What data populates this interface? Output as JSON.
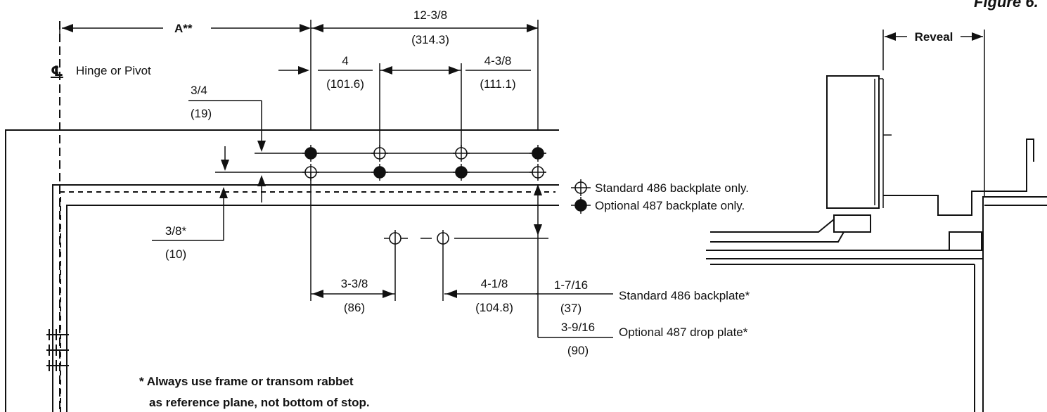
{
  "figure_label": "Figure 6.",
  "reveal_label": "Reveal",
  "dimension_a": "A**",
  "centerline_symbol": "℄",
  "centerline_label": "Hinge or Pivot",
  "dims": {
    "overall": {
      "frac": "12-3/8",
      "mm": "(314.3)"
    },
    "first": {
      "frac": "4",
      "mm": "(101.6)"
    },
    "last": {
      "frac": "4-3/8",
      "mm": "(111.1)"
    },
    "upper_offset": {
      "frac": "3/4",
      "mm": "(19)"
    },
    "lower_offset": {
      "frac": "3/8*",
      "mm": "(10)"
    },
    "drop_left": {
      "frac": "3-3/8",
      "mm": "(86)"
    },
    "drop_right": {
      "frac": "4-1/8",
      "mm": "(104.8)"
    },
    "standard_drop": {
      "frac": "1-7/16",
      "mm": "(37)"
    },
    "optional_drop": {
      "frac": "3-9/16",
      "mm": "(90)"
    }
  },
  "legend": {
    "standard": "Standard 486 backplate only.",
    "optional": "Optional 487 backplate only."
  },
  "callouts": {
    "standard_backplate": "Standard 486 backplate*",
    "optional_drop_plate": "Optional 487 drop plate*"
  },
  "footnote": {
    "line1": "* Always use frame or transom rabbet",
    "line2": "as reference plane, not bottom of stop."
  }
}
